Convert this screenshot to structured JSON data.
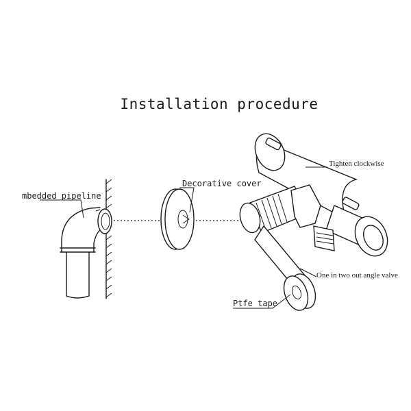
{
  "title": "Installation procedure",
  "labels": {
    "embedded_pipeline": "mbedded pipeline",
    "decorative_cover": "Decorative cover",
    "tighten": "Tighten clockwise",
    "angle_valve": "One in two out angle valve",
    "ptfe_tape": "Ptfe tape"
  },
  "colors": {
    "ink": "#1a1a1a",
    "background": "#ffffff"
  }
}
